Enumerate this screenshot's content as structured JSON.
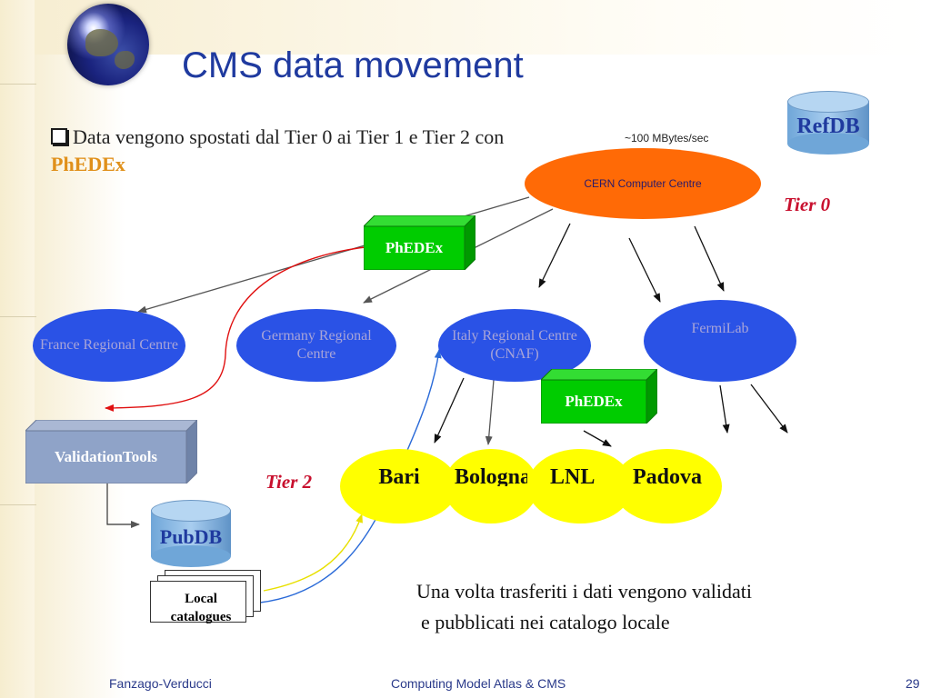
{
  "title": "CMS data movement",
  "bullet": {
    "text": "Data vengono spostati dal Tier 0 ai Tier 1 e Tier 2 con ",
    "highlight": "PhEDEx"
  },
  "refdb": "RefDB",
  "rate": "~100 MBytes/sec",
  "cern": "CERN Computer Centre",
  "tier0": "Tier 0",
  "tier2": "Tier 2",
  "phedex_top": "PhEDEx",
  "phedex_mid": "PhEDEx",
  "regional": {
    "france": "France Regional Centre",
    "germany": "Germany Regional Centre",
    "italy": "Italy Regional Centre (CNAF)",
    "fermilab": "FermiLab"
  },
  "tier2_sites": {
    "bari": "Bari",
    "bologna": "Bologna",
    "lnl": "LNL",
    "padova": "Padova"
  },
  "validation_tools": "ValidationTools",
  "pubdb": "PubDB",
  "local_catalogues": "Local catalogues",
  "note_line1": "Una volta trasferiti i dati vengono validati",
  "note_line2": "e pubblicati nei catalogo locale",
  "footer": {
    "author": "Fanzago-Verducci",
    "center": "Computing Model Atlas & CMS",
    "page": "29"
  },
  "colors": {
    "title": "#1f3a9f",
    "regional_node": "#2a52e6",
    "tier2_node": "#ffff00",
    "cern_node": "#ff6a06",
    "phedex_box": "#00cc00",
    "validation_box": "#8fa3c8",
    "tier_label": "#c8102e",
    "accent": "#e0901a"
  }
}
